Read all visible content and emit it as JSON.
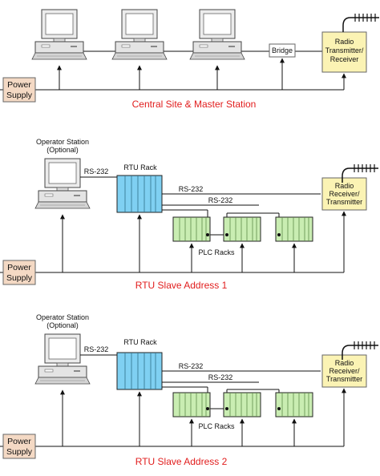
{
  "colors": {
    "power_box": "#f4d9c4",
    "radio_box": "#fbf3b4",
    "rtu_rack": "#7fd0f2",
    "plc_rack": "#c9edb2",
    "caption": "#e11d1d",
    "computer": "#e8e8e8"
  },
  "section1": {
    "power_line1": "Power",
    "power_line2": "Supply",
    "bridge_label": "Bridge",
    "radio_line1": "Radio",
    "radio_line2": "Transmitter/",
    "radio_line3": "Receiver",
    "caption": "Central Site & Master Station"
  },
  "section2": {
    "operator_line1": "Operator Station",
    "operator_line2": "(Optional)",
    "rs232_left": "RS-232",
    "rtu_label": "RTU Rack",
    "rs232_top": "RS-232",
    "rs232_mid": "RS-232",
    "radio_line1": "Radio",
    "radio_line2": "Receiver/",
    "radio_line3": "Transmitter",
    "plc_label": "PLC Racks",
    "power_line1": "Power",
    "power_line2": "Supply",
    "caption": "RTU Slave Address 1"
  },
  "section3": {
    "operator_line1": "Operator Station",
    "operator_line2": "(Optional)",
    "rs232_left": "RS-232",
    "rtu_label": "RTU Rack",
    "rs232_top": "RS-232",
    "rs232_mid": "RS-232",
    "radio_line1": "Radio",
    "radio_line2": "Receiver/",
    "radio_line3": "Transmitter",
    "plc_label": "PLC Racks",
    "power_line1": "Power",
    "power_line2": "Supply",
    "caption": "RTU Slave Address 2"
  }
}
